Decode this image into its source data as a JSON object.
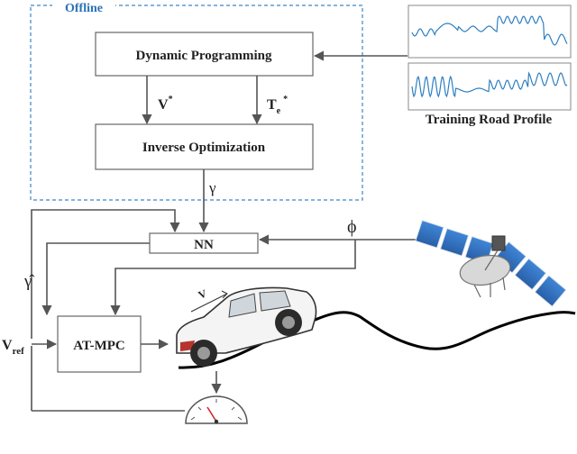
{
  "offline_group": {
    "label": "Offline",
    "border_color": "#3a86c8"
  },
  "blocks": {
    "dynamic_programming": "Dynamic Programming",
    "inverse_optimization": "Inverse Optimization",
    "nn": "NN",
    "at_mpc": "AT-MPC"
  },
  "signals": {
    "v_star": {
      "base": "V",
      "sup": "*"
    },
    "te_star": {
      "base": "T",
      "sub": "e",
      "sup": "*"
    },
    "gamma": "γ",
    "gamma_hat": "γ̂",
    "phi": "ϕ",
    "v_ref": {
      "base": "V",
      "sub": "ref"
    },
    "car_velocity": "V"
  },
  "road_profile": {
    "caption": "Training Road Profile",
    "trace_color": "#2f7fc1"
  },
  "colors": {
    "arrow": "#555555",
    "block_border": "#666666",
    "road": "#000000"
  }
}
